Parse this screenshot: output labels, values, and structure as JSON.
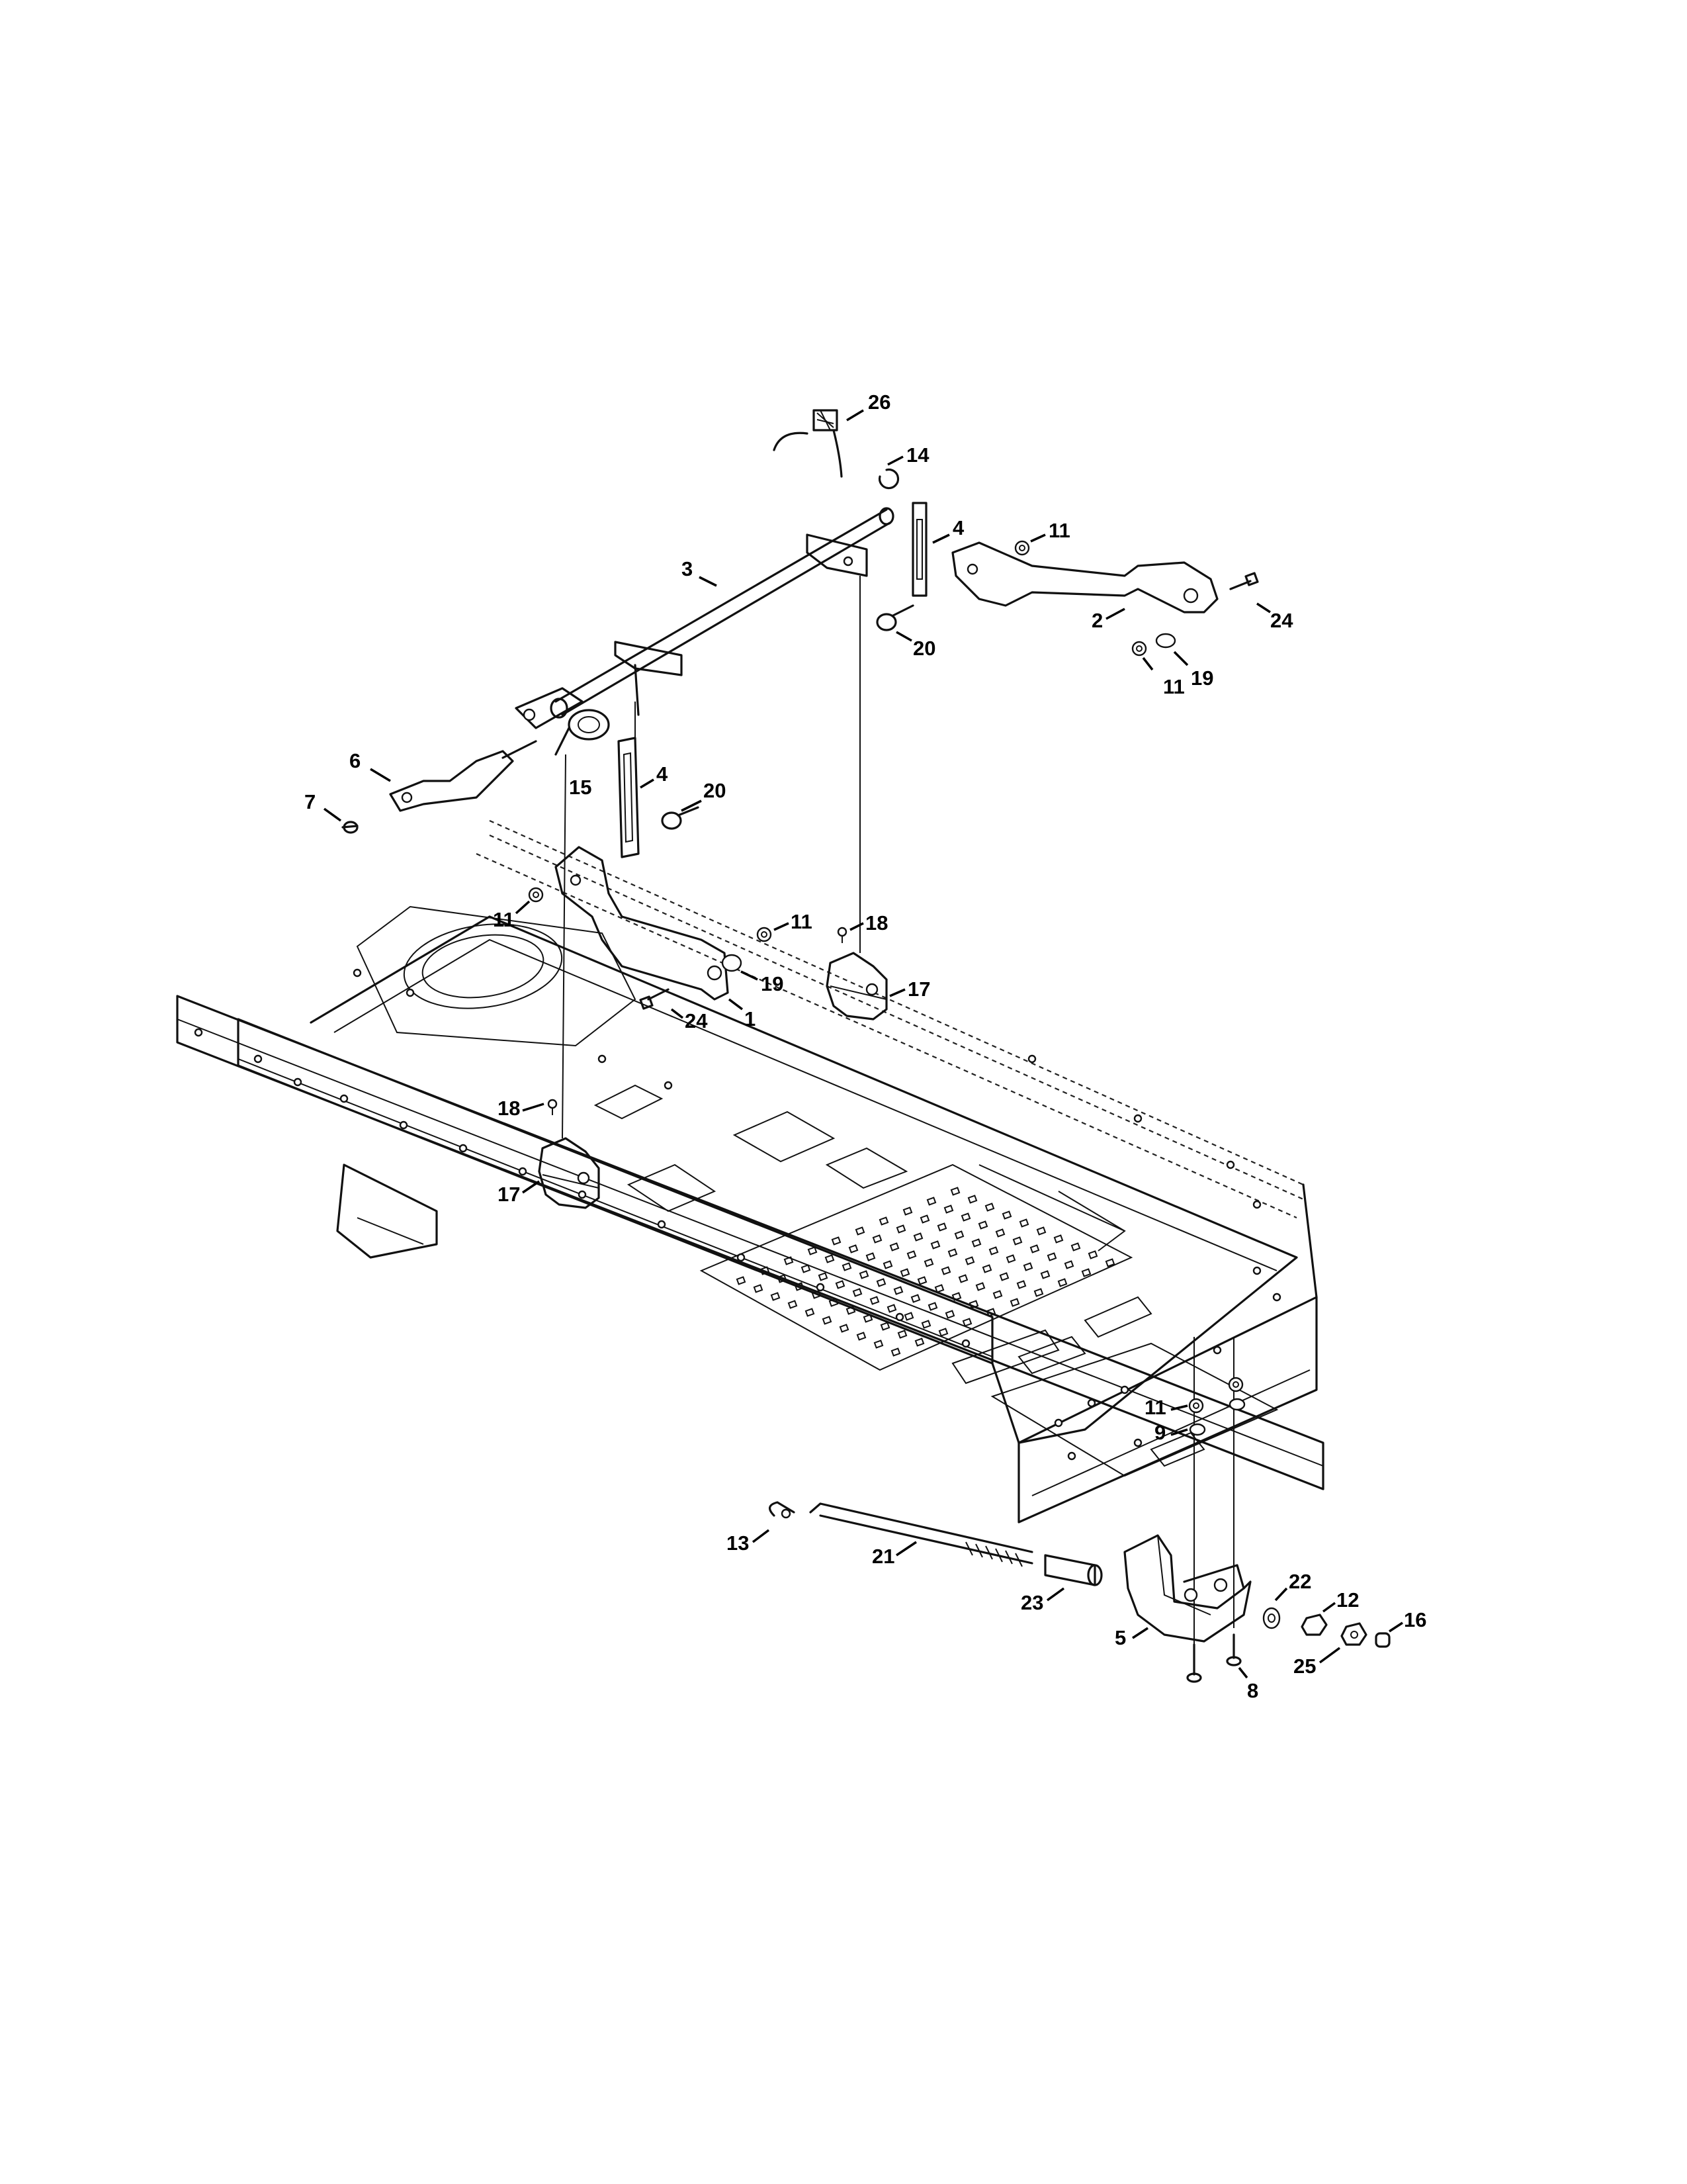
{
  "callouts": {
    "c1": "1",
    "c2": "2",
    "c3": "3",
    "c4a": "4",
    "c4b": "4",
    "c5": "5",
    "c6": "6",
    "c7": "7",
    "c8": "8",
    "c9": "9",
    "c11a": "11",
    "c11b": "11",
    "c11c": "11",
    "c11d": "11",
    "c11e": "11",
    "c12": "12",
    "c13": "13",
    "c14": "14",
    "c15": "15",
    "c16": "16",
    "c17a": "17",
    "c17b": "17",
    "c18a": "18",
    "c18b": "18",
    "c19a": "19",
    "c19b": "19",
    "c20a": "20",
    "c20b": "20",
    "c21": "21",
    "c22": "22",
    "c23": "23",
    "c24a": "24",
    "c24b": "24",
    "c25": "25",
    "c26": "26"
  }
}
